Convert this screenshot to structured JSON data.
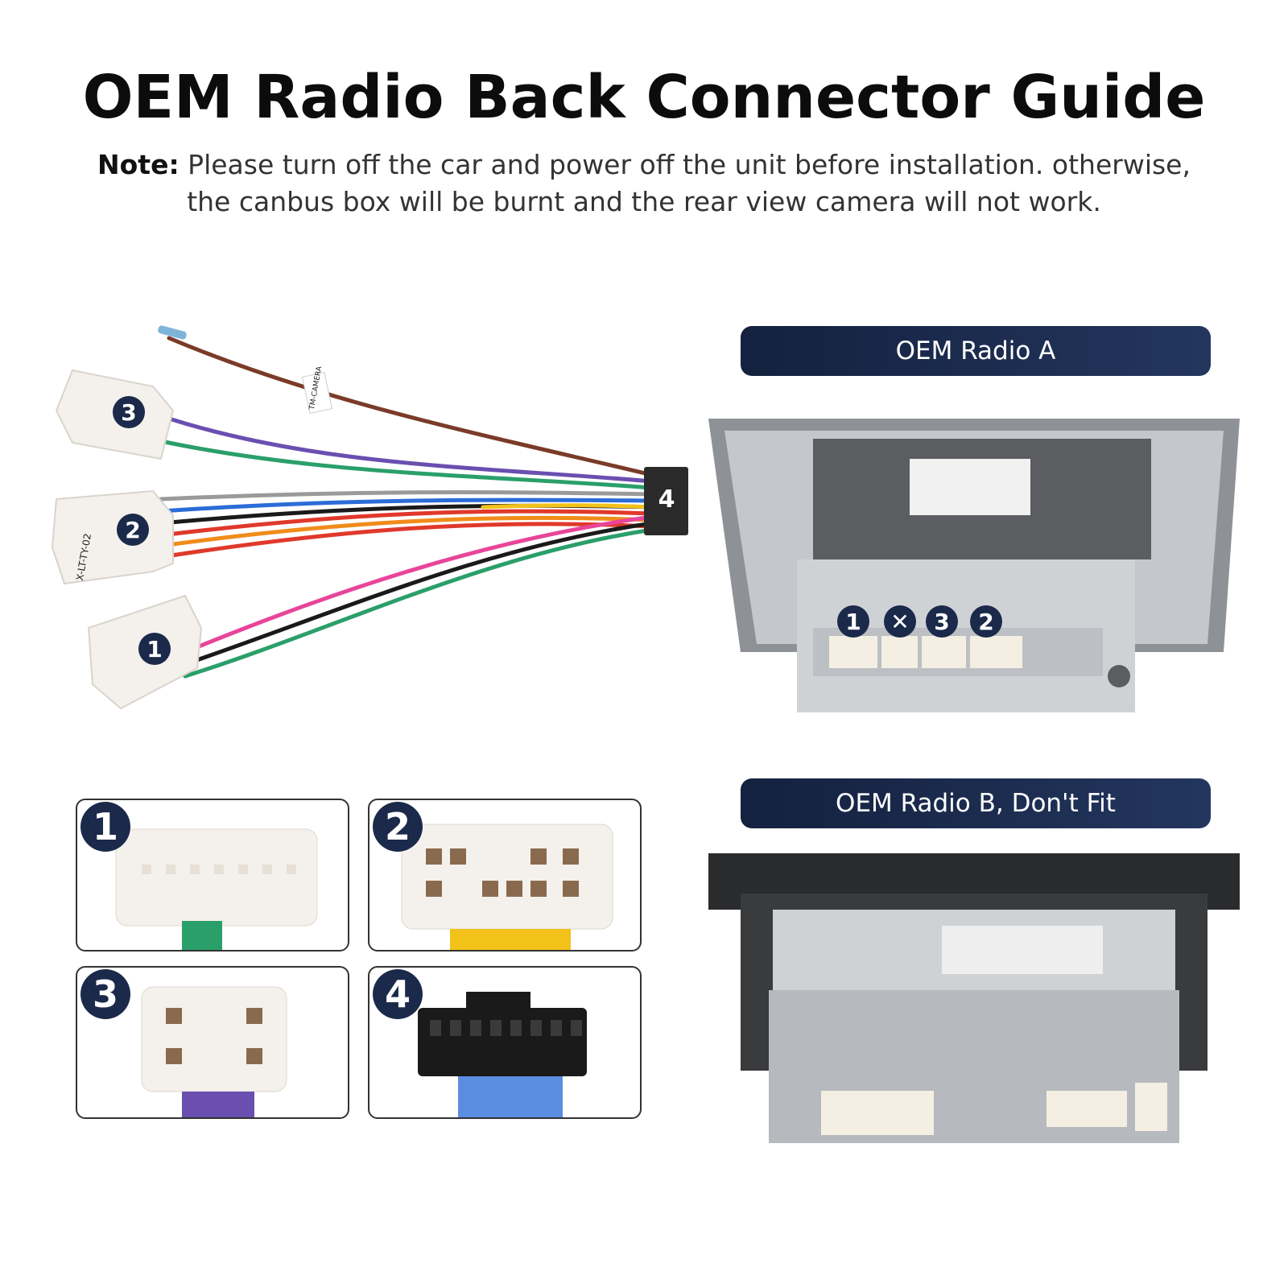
{
  "title": "OEM Radio Back Connector Guide",
  "note": {
    "prefix": "Note:",
    "line1": "Please turn off the car and power off the unit before installation. otherwise,",
    "line2": "the canbus box will be burnt and the rear view camera will not work."
  },
  "harness": {
    "connectors": [
      "3",
      "2",
      "1",
      "4"
    ],
    "plug_label": "X-LT-TY-02",
    "tag_label": "TM-CAMERA"
  },
  "radio_a": {
    "label": "OEM Radio A",
    "port_badges": [
      "1",
      "✕",
      "3",
      "2"
    ]
  },
  "radio_b": {
    "label": "OEM Radio B, Don't Fit"
  },
  "connector_tiles": [
    "1",
    "2",
    "3",
    "4"
  ],
  "colors": {
    "accent_navy": "#1b2a4a",
    "connector_white": "#f4f1ec",
    "connector_black": "#1a1a1a",
    "device_grey": "#bfc2c5"
  }
}
